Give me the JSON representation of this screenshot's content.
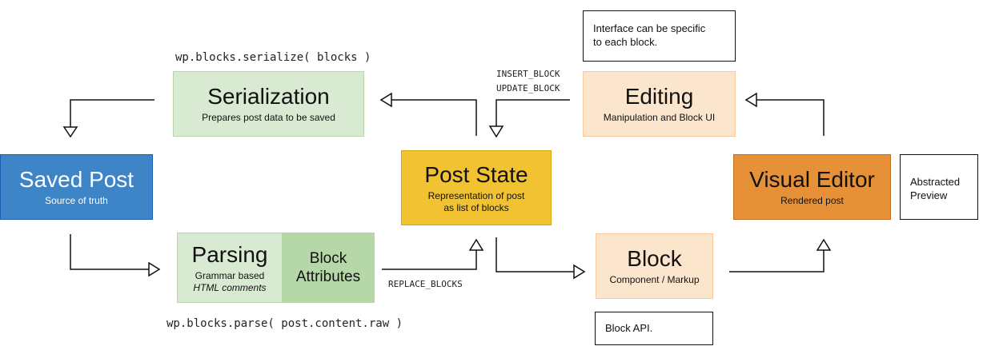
{
  "nodes": {
    "serialization": {
      "title": "Serialization",
      "subtitle": "Prepares post data to be saved",
      "color": "#d9ead3",
      "border": "#b6d7a8"
    },
    "saved_post": {
      "title": "Saved Post",
      "subtitle": "Source of truth",
      "color": "#3d85c6",
      "border": "#1c5fb0"
    },
    "parsing": {
      "title": "Parsing",
      "subtitle_line1": "Grammar based",
      "subtitle_line2": "HTML comments",
      "color": "#d9ead3"
    },
    "block_attributes": {
      "line1": "Block",
      "line2": "Attributes",
      "color": "#b6d7a8"
    },
    "post_state": {
      "title": "Post State",
      "subtitle_line1": "Representation of post",
      "subtitle_line2": "as list of blocks",
      "color": "#f1c232",
      "border": "#d6a80f"
    },
    "editing": {
      "title": "Editing",
      "subtitle": "Manipulation and Block UI",
      "color": "#fce5cd",
      "border": "#f9cb9c"
    },
    "block": {
      "title": "Block",
      "subtitle": "Component / Markup",
      "color": "#fce5cd",
      "border": "#f9cb9c"
    },
    "visual_editor": {
      "title": "Visual Editor",
      "subtitle": "Rendered post",
      "color": "#e69138",
      "border": "#c07020"
    }
  },
  "notes": {
    "interface": {
      "line1": "Interface can be specific",
      "line2": "to each block."
    },
    "abstracted": {
      "line1": "Abstracted",
      "line2": "Preview"
    },
    "block_api": {
      "text": "Block API."
    }
  },
  "code_labels": {
    "serialize": "wp.blocks.serialize( blocks )",
    "parse": "wp.blocks.parse( post.content.raw )",
    "insert_block": "INSERT_BLOCK",
    "update_block": "UPDATE_BLOCK",
    "replace_blocks": "REPLACE_BLOCKS"
  }
}
